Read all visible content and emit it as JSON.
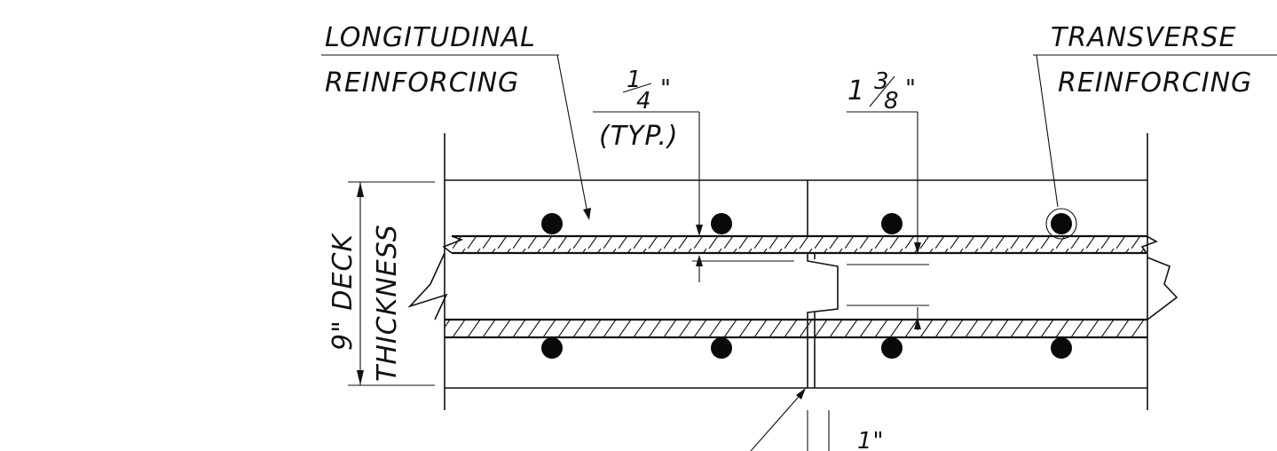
{
  "labels": {
    "longitudinal_line1": "LONGITUDINAL",
    "longitudinal_line2": "REINFORCING",
    "transverse_line1": "TRANSVERSE",
    "transverse_line2": "REINFORCING",
    "quarter_inch_num": "1",
    "quarter_inch_den": "4",
    "quarter_inch_mark": "\"",
    "typ": "(TYP.)",
    "one_three_eighths_whole": "1",
    "one_three_eighths_num": "3",
    "one_three_eighths_den": "8",
    "one_three_eighths_mark": "\"",
    "deck_line1": "9\" DECK",
    "deck_line2": "THICKNESS",
    "one_inch": "1\""
  },
  "colors": {
    "ink": "#111111",
    "paper": "#ffffff"
  }
}
